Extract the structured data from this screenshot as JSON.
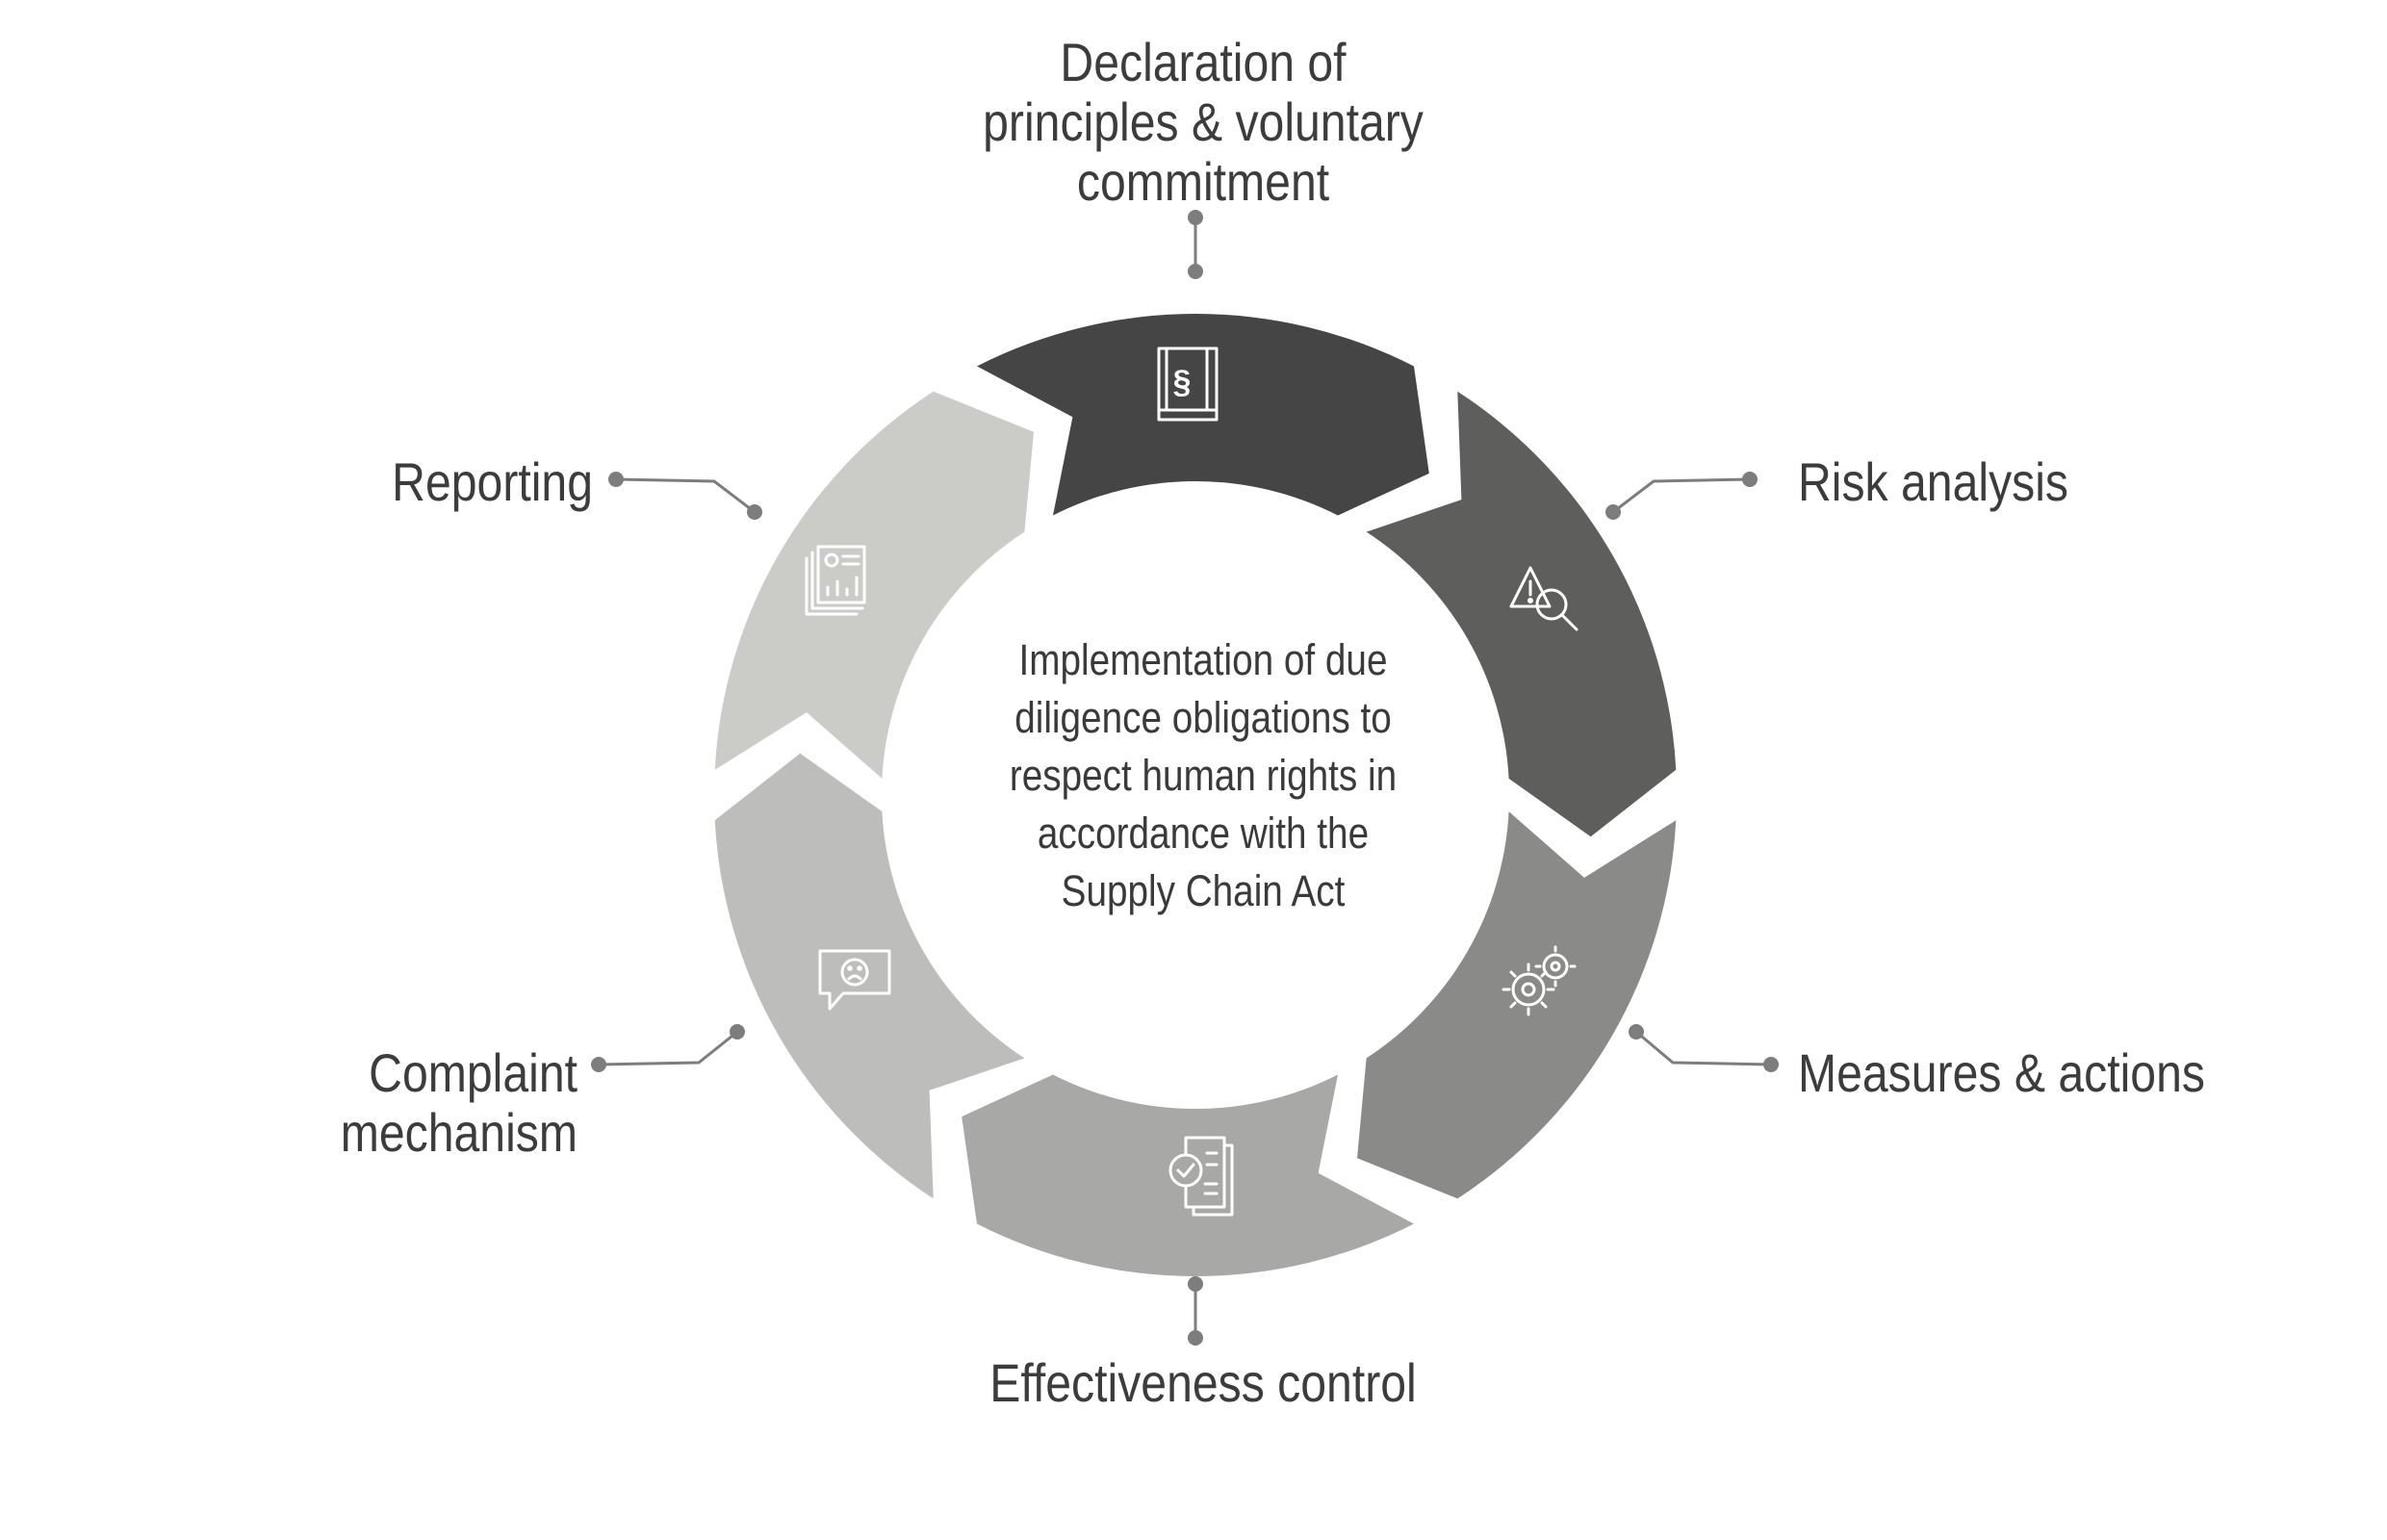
{
  "center_text": "Implementation of due diligence obligations to respect human rights in accordance with the Supply Chain Act",
  "steps": [
    {
      "label": "Declaration of\nprinciples & voluntary\ncommitment",
      "icon": "law-book-icon",
      "color": "#454545"
    },
    {
      "label": "Risk analysis",
      "icon": "risk-search-icon",
      "color": "#5e5e5d"
    },
    {
      "label": "Measures & actions",
      "icon": "gears-icon",
      "color": "#8a8a89"
    },
    {
      "label": "Effectiveness control",
      "icon": "checked-document-icon",
      "color": "#a8a8a7"
    },
    {
      "label": "Complaint\nmechanism",
      "icon": "complaint-bubble-icon",
      "color": "#bdbdbc"
    },
    {
      "label": "Reporting",
      "icon": "report-chart-icon",
      "color": "#cbcbc8"
    }
  ],
  "connector_color": "#7d7d7d"
}
